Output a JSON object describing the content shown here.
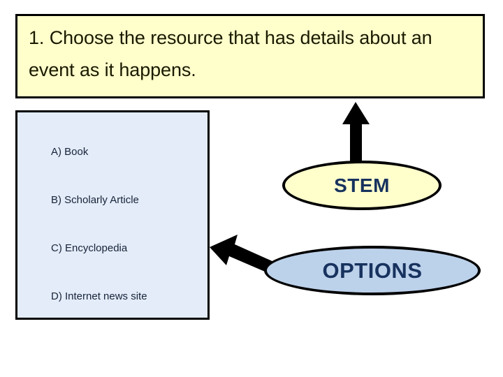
{
  "slide": {
    "question": {
      "number": "1.",
      "text": "1. Choose the resource that has details about an event as it happens."
    },
    "options": {
      "items": [
        {
          "letter": "A)",
          "label": "A) Book"
        },
        {
          "letter": "B)",
          "label": "B) Scholarly Article"
        },
        {
          "letter": "C)",
          "label": "C) Encyclopedia"
        },
        {
          "letter": "D)",
          "label": "D) Internet news site"
        }
      ]
    },
    "callouts": [
      {
        "id": "stem",
        "label": "STEM"
      },
      {
        "id": "options",
        "label": "OPTIONS"
      }
    ],
    "arrows": [
      {
        "id": "stem-arrow",
        "direction": "up",
        "points_to": "question-box"
      },
      {
        "id": "options-arrow",
        "direction": "up-left",
        "points_to": "options-box"
      }
    ],
    "colors": {
      "question_fill": "#ffffcc",
      "question_border": "#000000",
      "options_fill": "#e3ecf8",
      "options_border": "#000000",
      "stem_ellipse_fill": "#ffffcc",
      "options_ellipse_fill": "#bcd1ea",
      "callout_text": "#17325e",
      "arrow": "#000000",
      "option_text": "#17233a",
      "question_text": "#1a1a00"
    }
  }
}
